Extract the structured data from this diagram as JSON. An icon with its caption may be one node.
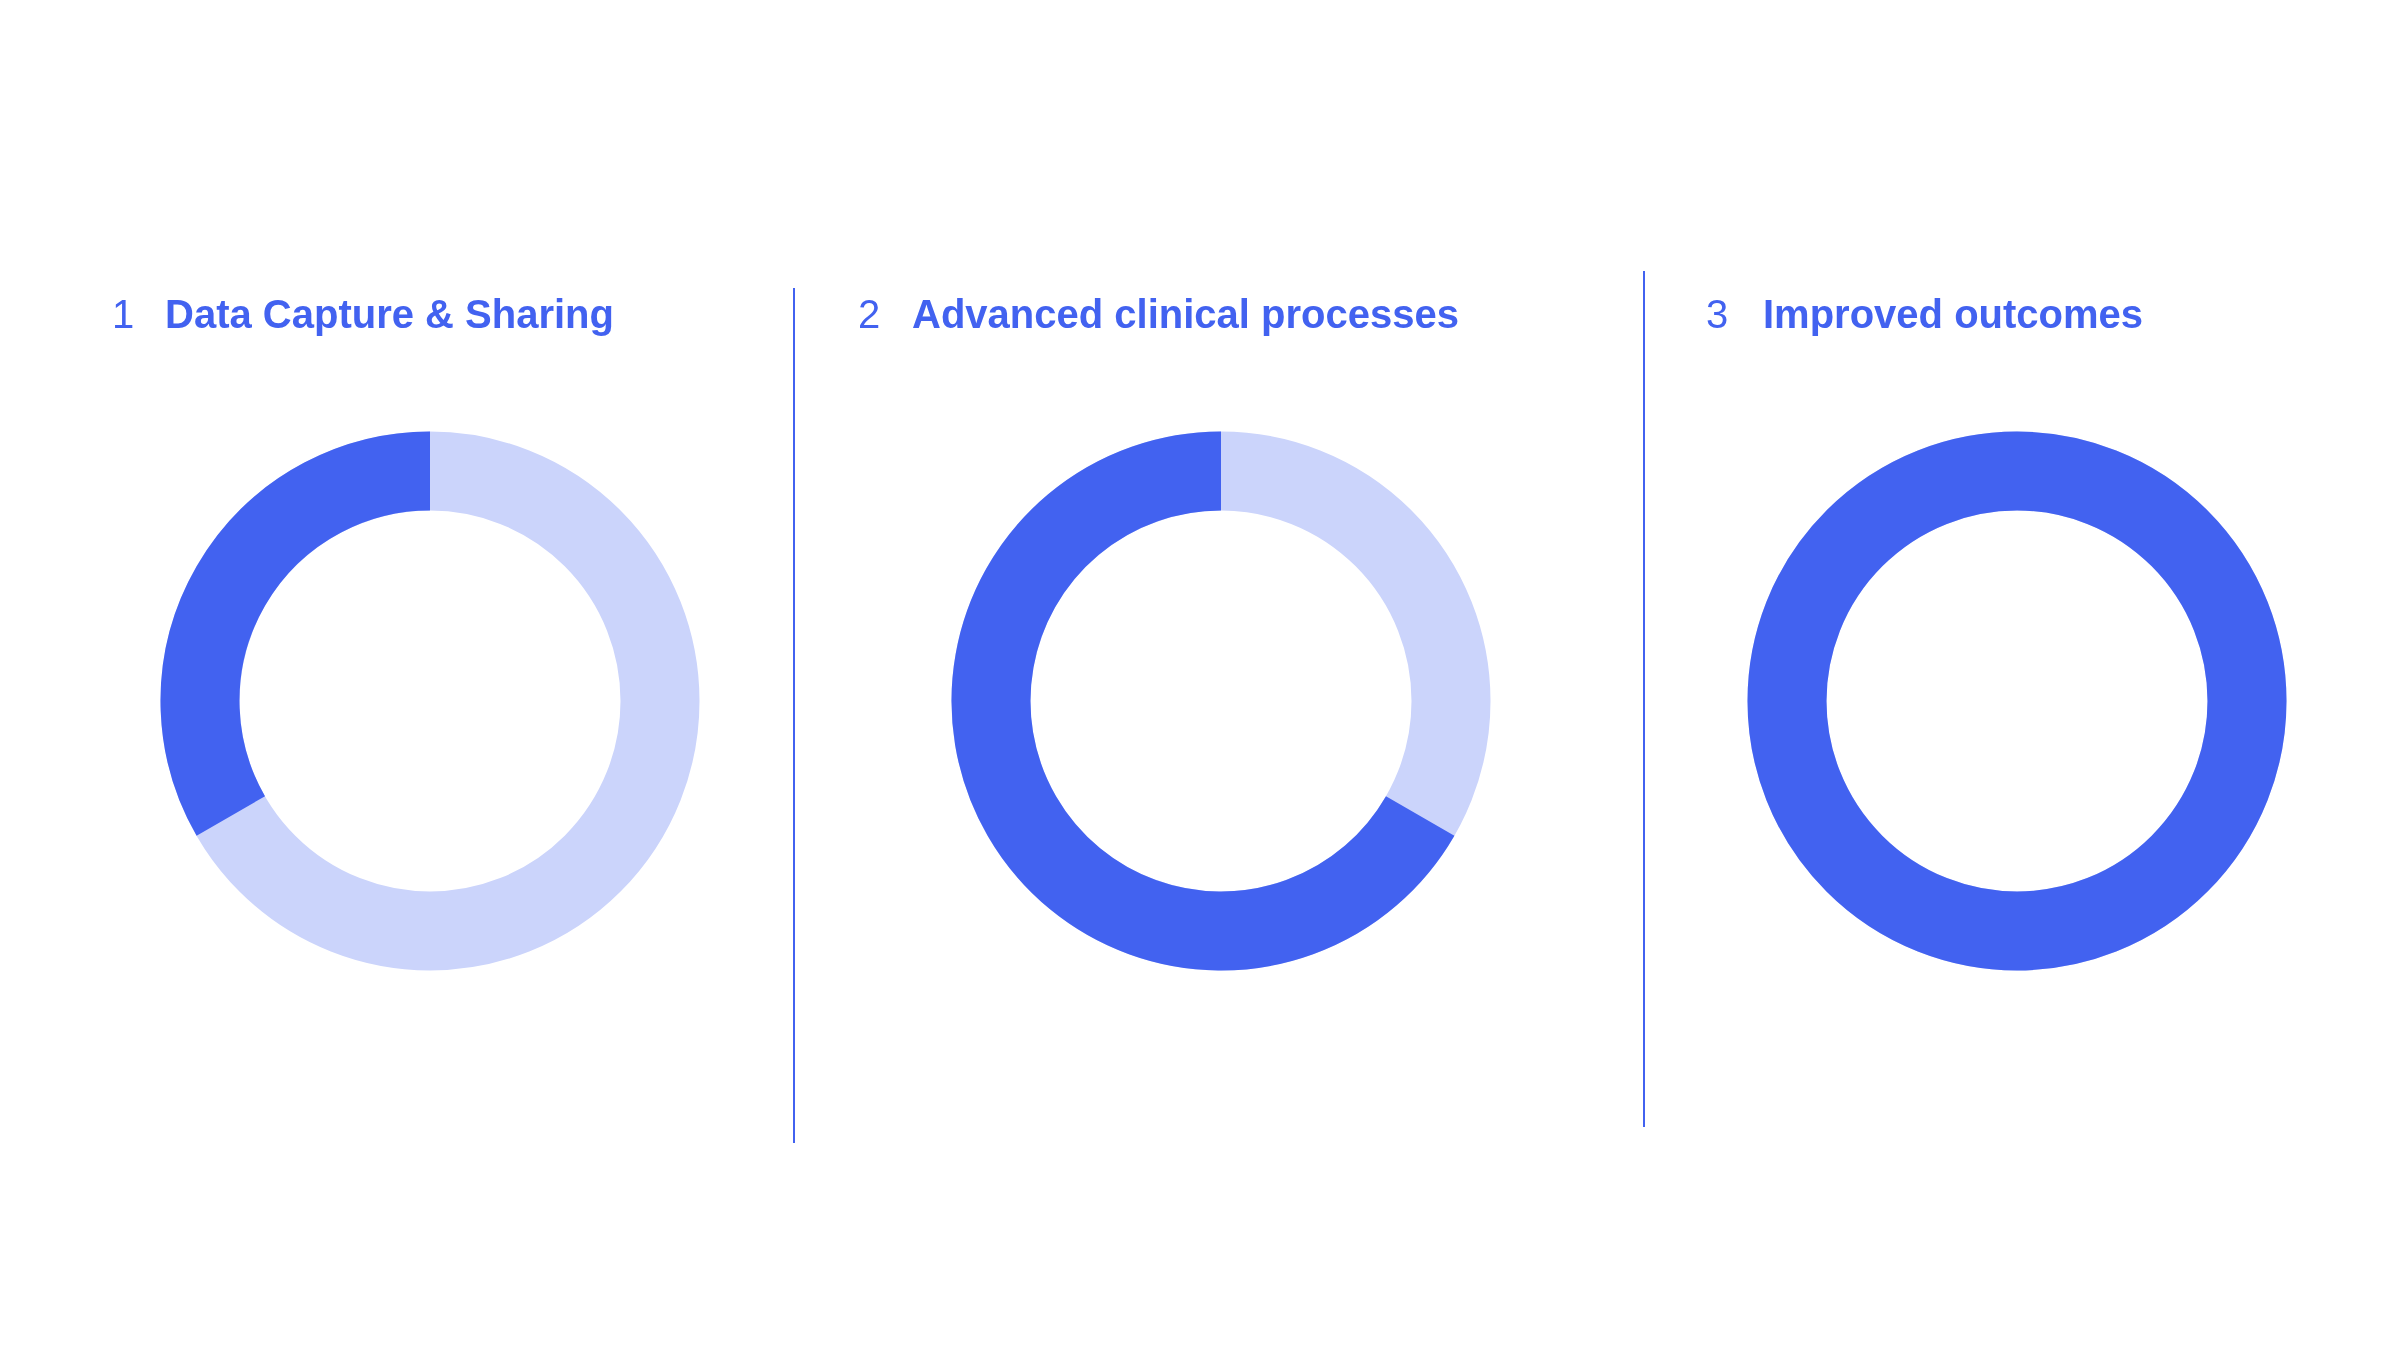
{
  "diagram": {
    "labels": [
      "1",
      "Data Capture & Sharing",
      "2",
      "Advanced clinical processes",
      "3",
      "Improved outcomes"
    ]
  }
}
